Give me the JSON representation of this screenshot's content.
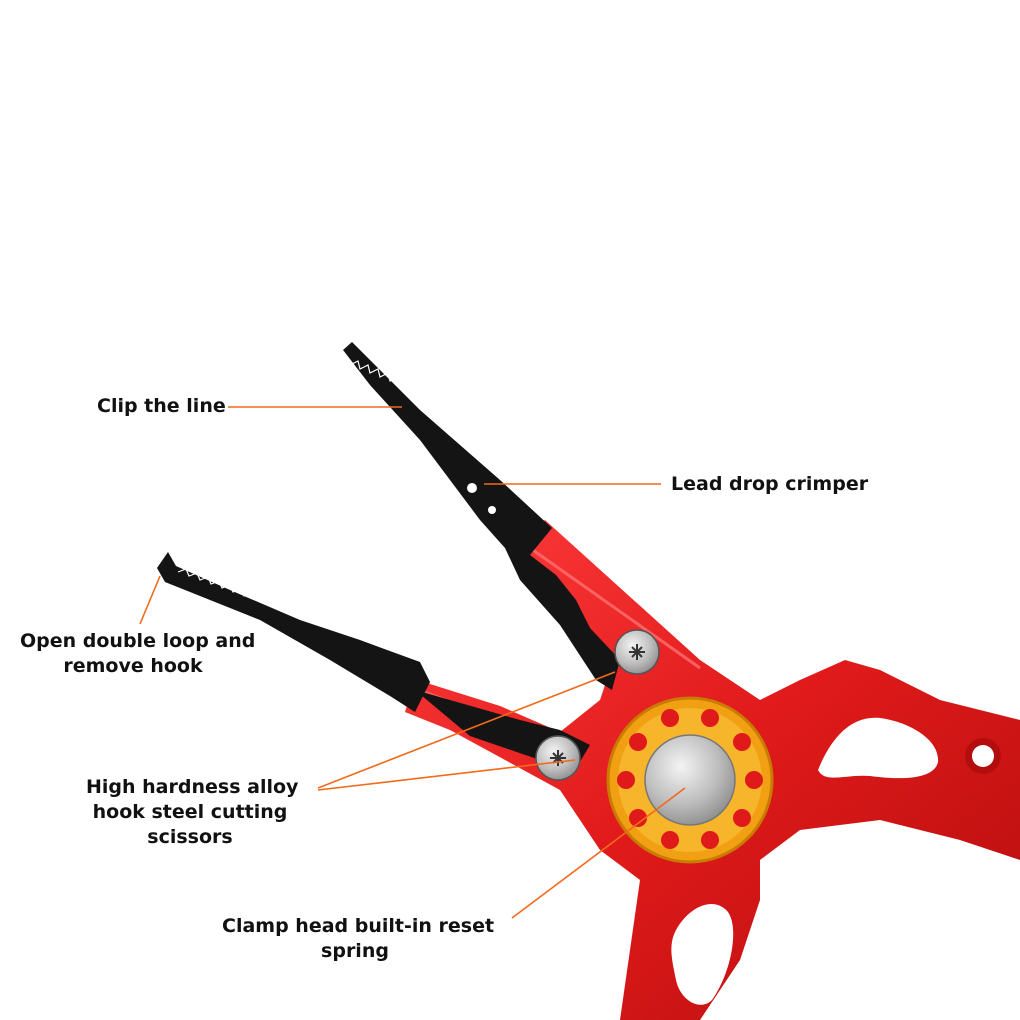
{
  "colors": {
    "handle": "#e01a1a",
    "handle_dark": "#b30d0d",
    "jaw": "#141414",
    "pivot_ring": "#f0a012",
    "leader_line": "#f26a1b",
    "label_text": "#111111"
  },
  "annotations": {
    "clip_line": {
      "text": "Clip the line"
    },
    "lead_drop_crimper": {
      "text": "Lead drop crimper"
    },
    "open_double_loop": {
      "line1": "Open double loop and",
      "line2": "remove hook"
    },
    "cutting_scissors": {
      "line1": "High hardness alloy",
      "line2": "hook steel cutting",
      "line3": "scissors"
    },
    "reset_spring": {
      "line1": "Clamp head built-in reset",
      "line2": "spring"
    }
  }
}
